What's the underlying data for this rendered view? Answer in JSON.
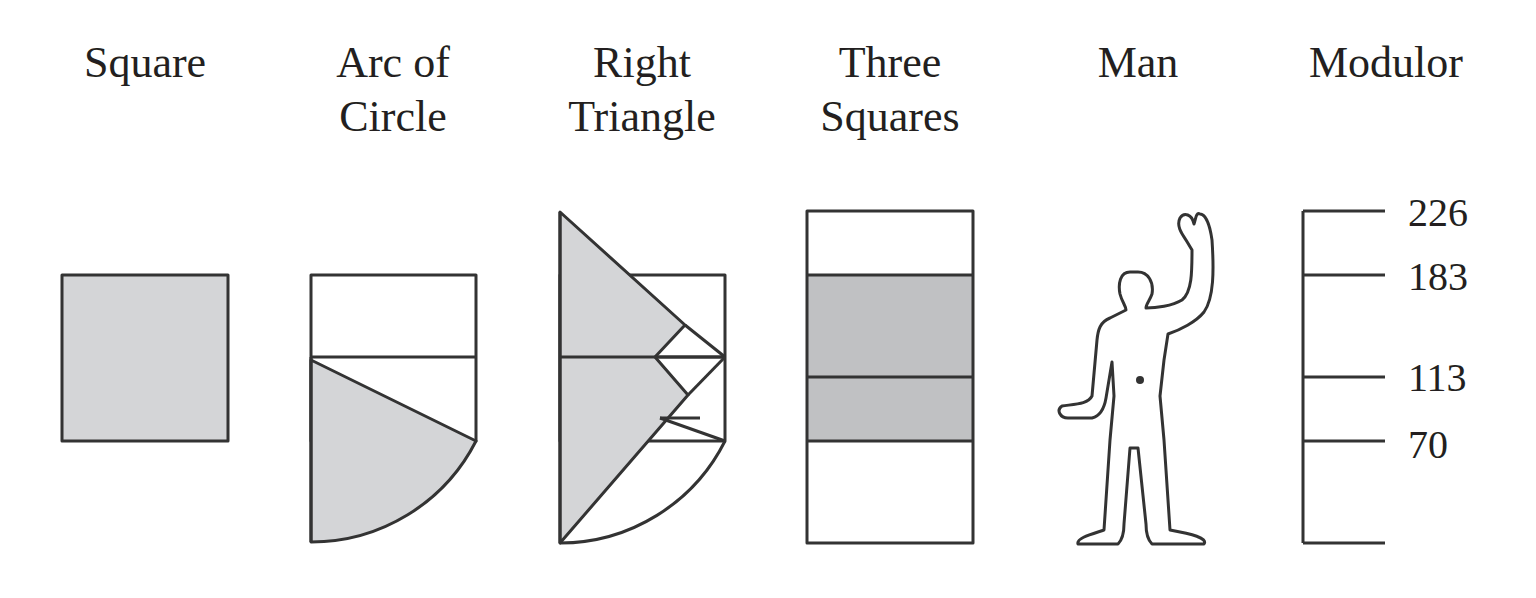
{
  "diagram": {
    "labels": [
      "Square",
      "Arc of Circle",
      "Right Triangle",
      "Three Squares",
      "Man",
      "Modulor",
      "226",
      "183",
      "113",
      "70"
    ]
  }
}
